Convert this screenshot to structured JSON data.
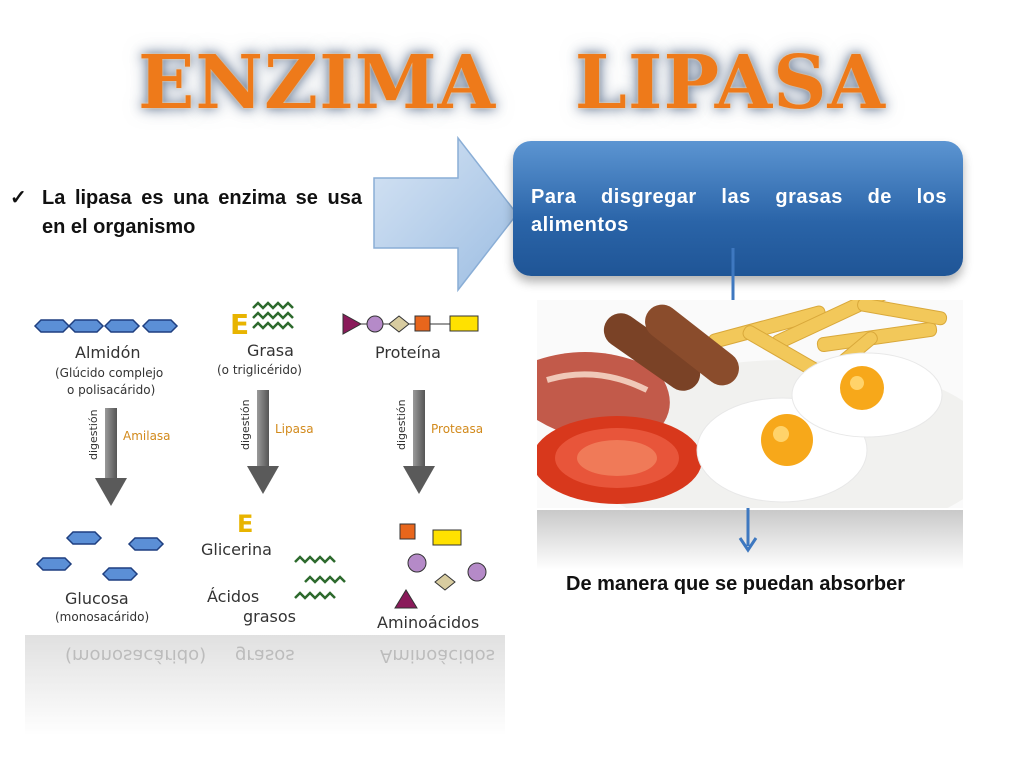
{
  "title": {
    "word1": "ENZIMA",
    "word2": "LIPASA"
  },
  "bullet": {
    "check": "✓",
    "text": "La lipasa es una enzima se usa en el organismo"
  },
  "blue_box": {
    "text": "Para disgregar las grasas de los alimentos"
  },
  "conclusion": {
    "text": "De manera que se puedan absorber"
  },
  "diagram": {
    "almidon": {
      "name": "Almidón",
      "desc1": "(Glúcido complejo",
      "desc2": "o polisacárido)",
      "process": "digestión",
      "enzyme": "Amilasa",
      "product": "Glucosa",
      "product_desc": "(monosacárido)"
    },
    "grasa": {
      "name": "Grasa",
      "desc1": "(o triglicérido)",
      "process": "digestión",
      "enzyme": "Lipasa",
      "product1": "Glicerina",
      "product2a": "Ácidos",
      "product2b": "grasos",
      "letter": "E"
    },
    "proteina": {
      "name": "Proteína",
      "process": "digestión",
      "enzyme": "Proteasa",
      "product": "Aminoácidos"
    }
  },
  "reflection": {
    "r1": "(monosacárido)",
    "r2": "grasos",
    "r3": "Aminoácidos"
  },
  "colors": {
    "title": "#ee7a1a",
    "box_blue": "#2a64a8",
    "arrow_blue": "#3e78c0",
    "enzyme_text": "#d28a1c"
  }
}
